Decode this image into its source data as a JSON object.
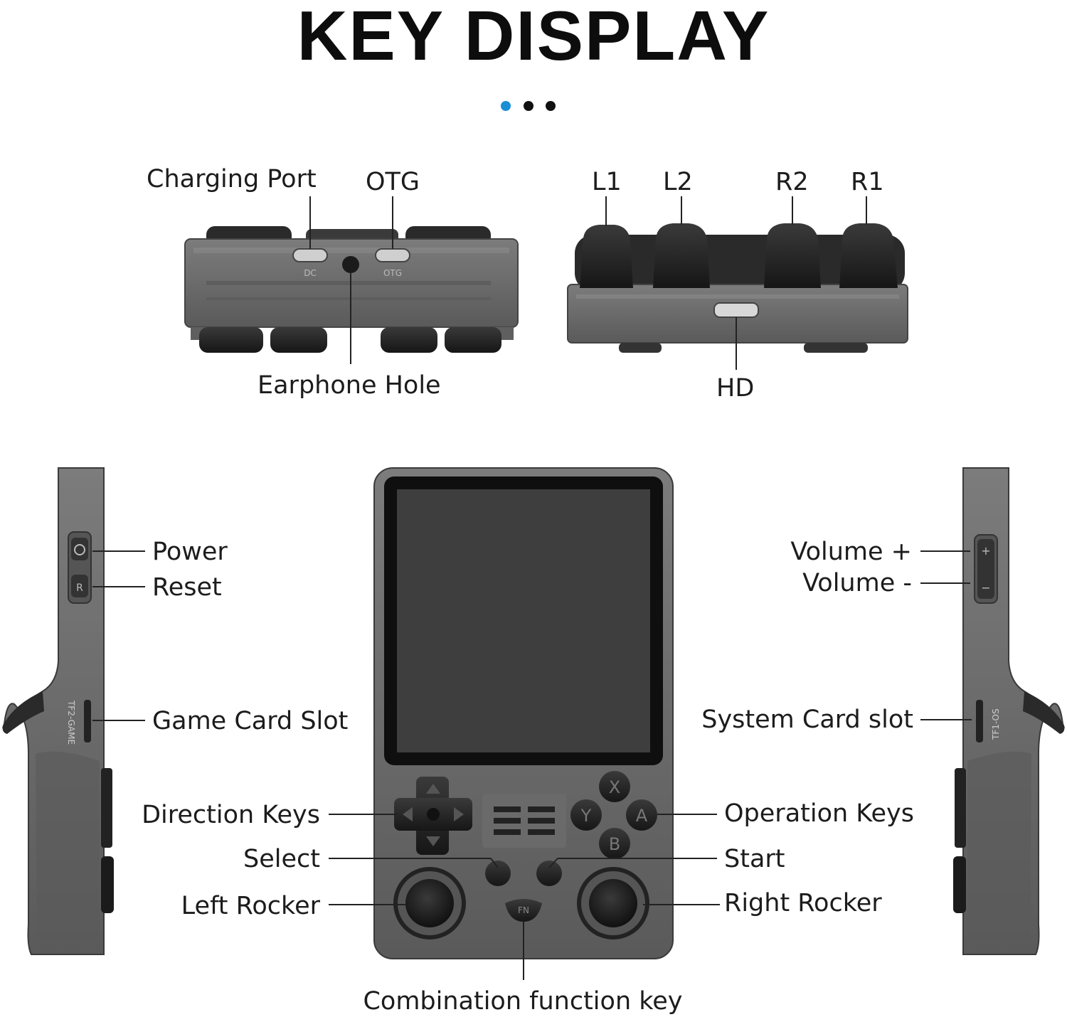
{
  "title": "KEY DISPLAY",
  "pagination": {
    "active_color": "#1a8fd6",
    "inactive_color": "#111111"
  },
  "top_left_view": {
    "charging_port": "Charging Port",
    "otg": "OTG",
    "earphone_hole": "Earphone Hole",
    "port_print_dc": "DC",
    "port_print_otg": "OTG"
  },
  "top_right_view": {
    "l1": "L1",
    "l2": "L2",
    "r2": "R2",
    "r1": "R1",
    "hd": "HD"
  },
  "left_side_view": {
    "power": "Power",
    "reset": "Reset",
    "game_card_slot": "Game Card Slot",
    "slot_print": "TF2-GAME"
  },
  "right_side_view": {
    "volume_plus": "Volume +",
    "volume_minus": "Volume -",
    "system_card_slot": "System Card slot",
    "slot_print": "TF1-OS"
  },
  "front_view": {
    "direction_keys": "Direction Keys",
    "select": "Select",
    "left_rocker": "Left Rocker",
    "operation_keys": "Operation Keys",
    "start": "Start",
    "right_rocker": "Right Rocker",
    "combination_function_key": "Combination function key",
    "button_x": "X",
    "button_y": "Y",
    "button_a": "A",
    "button_b": "B",
    "button_fn": "FN"
  },
  "colors": {
    "shell": "#6f6f6f",
    "shell_dark": "#4a4a4a",
    "button": "#2b2b2b",
    "screen": "#3d3d3d",
    "bezel": "#111111"
  }
}
